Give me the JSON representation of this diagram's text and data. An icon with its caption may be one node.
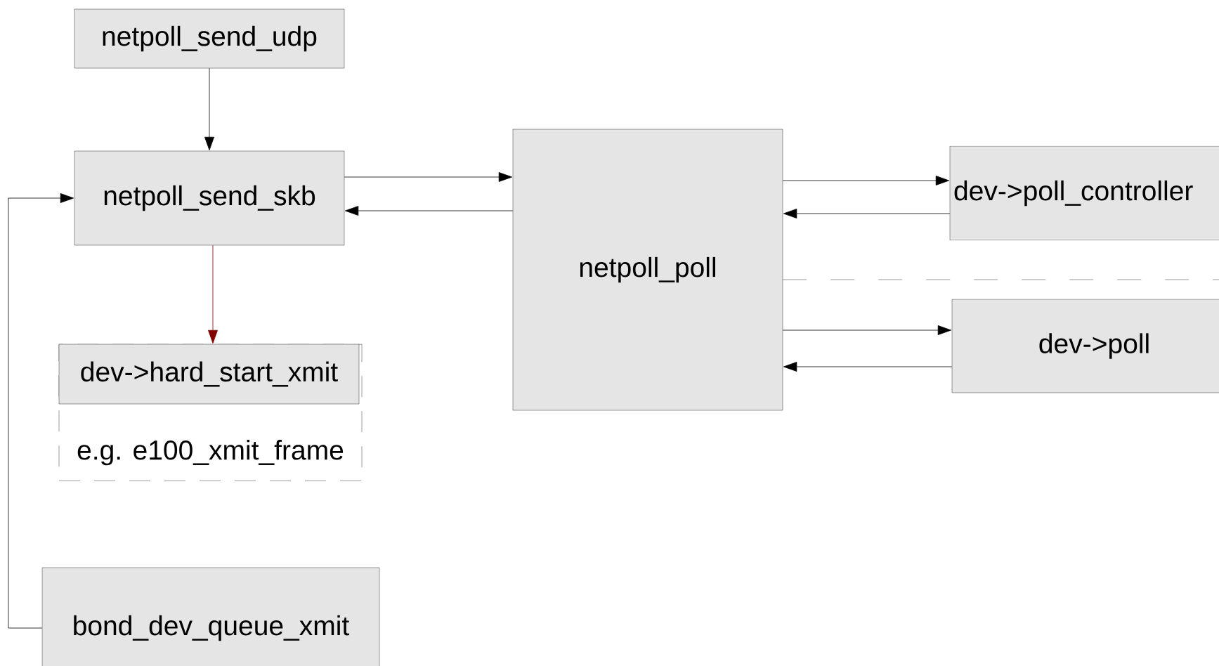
{
  "diagram": {
    "nodes": [
      {
        "text": [
          "netpoll_send_udp"
        ]
      },
      {
        "text": [
          "netpoll_send_skb"
        ]
      },
      {
        "text": [
          "e.g. e100_xmit_frame"
        ]
      },
      {
        "text": [
          "dev->hard_start_xmit"
        ],
        "in": 2
      },
      {
        "text": [
          "netpoll_poll"
        ]
      },
      {
        "text": [
          "dev->poll_controller"
        ]
      },
      {
        "text": [
          "dev->poll"
        ]
      },
      {
        "text": [
          "bond_dev_queue_xmit"
        ]
      }
    ],
    "edges": [
      {
        "from": 0,
        "to": 1,
        "arrow": "to"
      },
      {
        "from": 1,
        "to": 4,
        "arrow": "to"
      },
      {
        "from": 4,
        "to": 1,
        "arrow": "to"
      },
      {
        "from": 1,
        "to": 3,
        "arrow": "to",
        "color": "#800000"
      },
      {
        "from": 4,
        "to": 5,
        "arrow": "to"
      },
      {
        "from": 5,
        "to": 4,
        "arrow": "to"
      },
      {
        "from": 4,
        "to": 6,
        "arrow": "to"
      },
      {
        "from": 6,
        "to": 4,
        "arrow": "to"
      },
      {
        "from": 7,
        "to": 1,
        "arrow": "to"
      },
      {
        "from": 4,
        "to": null,
        "arrow": "none",
        "style": "dashed"
      }
    ]
  }
}
